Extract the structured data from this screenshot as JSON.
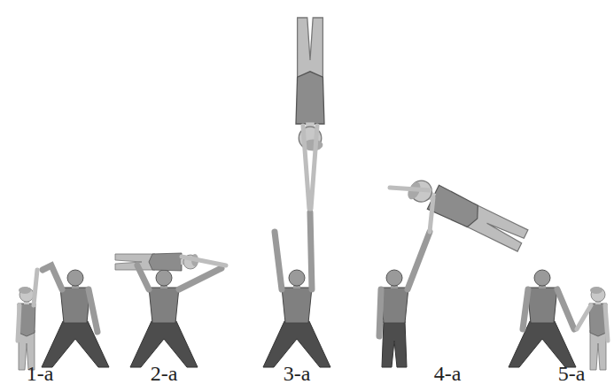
{
  "diagram": {
    "labels": [
      "1-a",
      "2-a",
      "3-a",
      "4-a",
      "5-a"
    ]
  }
}
